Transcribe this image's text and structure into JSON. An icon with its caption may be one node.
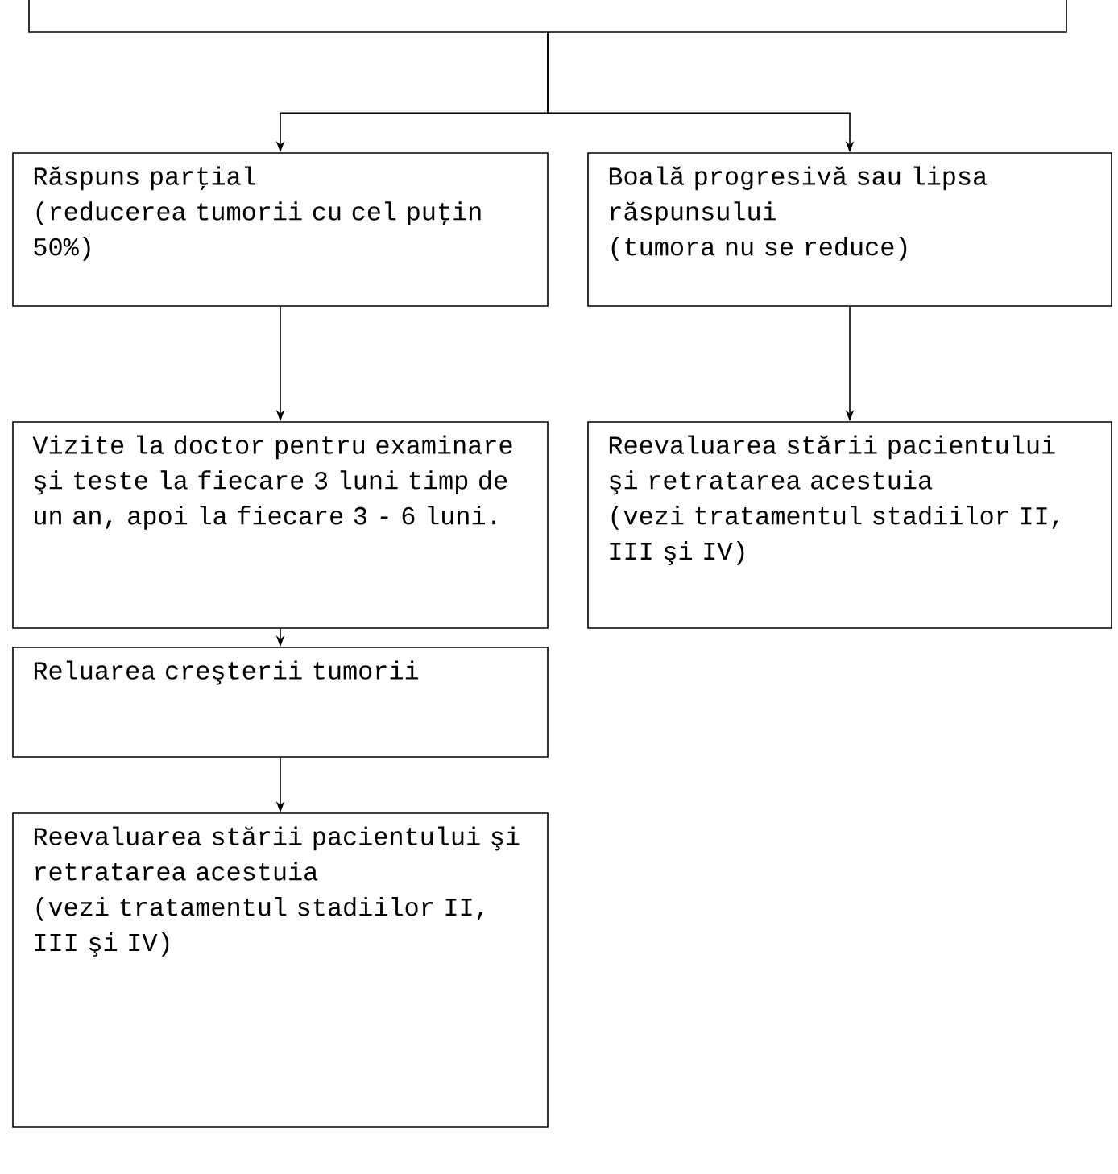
{
  "diagram": {
    "nodes": [
      {
        "text": [],
        "shape": "box"
      },
      {
        "text": [
          "Răspuns parţial",
          "(reducerea tumorii cu cel puţin 50%)"
        ]
      },
      {
        "text": [
          "Boală progresivă sau lipsa răspunsului",
          "(tumora nu se reduce)"
        ]
      },
      {
        "text": [
          "Vizite la doctor pentru examinare şi teste la fiecare 3 luni timp de un an, apoi la fiecare 3 - 6 luni."
        ]
      },
      {
        "text": [
          "Reevaluarea stării pacientului şi retratarea acestuia",
          "(vezi tratamentul stadiilor II, III şi IV)"
        ]
      },
      {
        "text": [
          "Reluarea creşterii tumorii"
        ]
      },
      {
        "text": [
          "Reevaluarea stării pacientului şi retratarea acestuia",
          "(vezi tratamentul stadiilor II, III şi IV)"
        ]
      }
    ],
    "edges": [
      {
        "from": 0,
        "to": 1,
        "arrow": "to"
      },
      {
        "from": 0,
        "to": 2,
        "arrow": "to"
      },
      {
        "from": 1,
        "to": 3,
        "arrow": "to"
      },
      {
        "from": 2,
        "to": 4,
        "arrow": "to"
      },
      {
        "from": 3,
        "to": 5,
        "arrow": "to"
      },
      {
        "from": 5,
        "to": 6,
        "arrow": "to"
      }
    ]
  }
}
